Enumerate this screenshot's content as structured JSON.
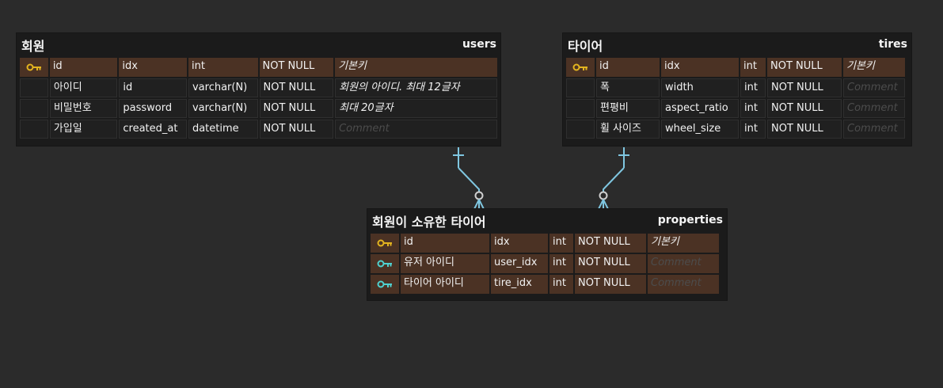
{
  "entities": {
    "users": {
      "logical_name": "회원",
      "physical_name": "users",
      "columns": [
        {
          "key": "pk",
          "logical": "id",
          "physical": "idx",
          "type": "int",
          "nullable": "NOT NULL",
          "comment": "기본키"
        },
        {
          "key": "",
          "logical": "아이디",
          "physical": "id",
          "type": "varchar(N)",
          "nullable": "NOT NULL",
          "comment": "회원의 아이디. 최대 12글자"
        },
        {
          "key": "",
          "logical": "비밀번호",
          "physical": "password",
          "type": "varchar(N)",
          "nullable": "NOT NULL",
          "comment": "최대 20글자"
        },
        {
          "key": "",
          "logical": "가입일",
          "physical": "created_at",
          "type": "datetime",
          "nullable": "NOT NULL",
          "comment": "Comment"
        }
      ]
    },
    "tires": {
      "logical_name": "타이어",
      "physical_name": "tires",
      "columns": [
        {
          "key": "pk",
          "logical": "id",
          "physical": "idx",
          "type": "int",
          "nullable": "NOT NULL",
          "comment": "기본키"
        },
        {
          "key": "",
          "logical": "폭",
          "physical": "width",
          "type": "int",
          "nullable": "NOT NULL",
          "comment": "Comment"
        },
        {
          "key": "",
          "logical": "편평비",
          "physical": "aspect_ratio",
          "type": "int",
          "nullable": "NOT NULL",
          "comment": "Comment"
        },
        {
          "key": "",
          "logical": "휠 사이즈",
          "physical": "wheel_size",
          "type": "int",
          "nullable": "NOT NULL",
          "comment": "Comment"
        }
      ]
    },
    "properties": {
      "logical_name": "회원이 소유한 타이어",
      "physical_name": "properties",
      "columns": [
        {
          "key": "pk",
          "logical": "id",
          "physical": "idx",
          "type": "int",
          "nullable": "NOT NULL",
          "comment": "기본키"
        },
        {
          "key": "fk",
          "logical": "유저 아이디",
          "physical": "user_idx",
          "type": "int",
          "nullable": "NOT NULL",
          "comment": "Comment"
        },
        {
          "key": "fk",
          "logical": "타이어 아이디",
          "physical": "tire_idx",
          "type": "int",
          "nullable": "NOT NULL",
          "comment": "Comment"
        }
      ]
    }
  },
  "relationships": [
    {
      "from": "users",
      "to": "properties",
      "cardinality": "one-to-zero-or-many",
      "color": "#7fc6e0"
    },
    {
      "from": "tires",
      "to": "properties",
      "cardinality": "one-to-zero-or-many",
      "color": "#7fc6e0"
    }
  ],
  "colors": {
    "background": "#2b2b2b",
    "entity_bg": "#1b1b1b",
    "key_row_bg": "#4b3224",
    "pk_key_icon": "#e3b41f",
    "fk_key_icon": "#4fd1cf",
    "relationship_line": "#7fc6e0",
    "zero_circle": "#d0d0d0"
  }
}
